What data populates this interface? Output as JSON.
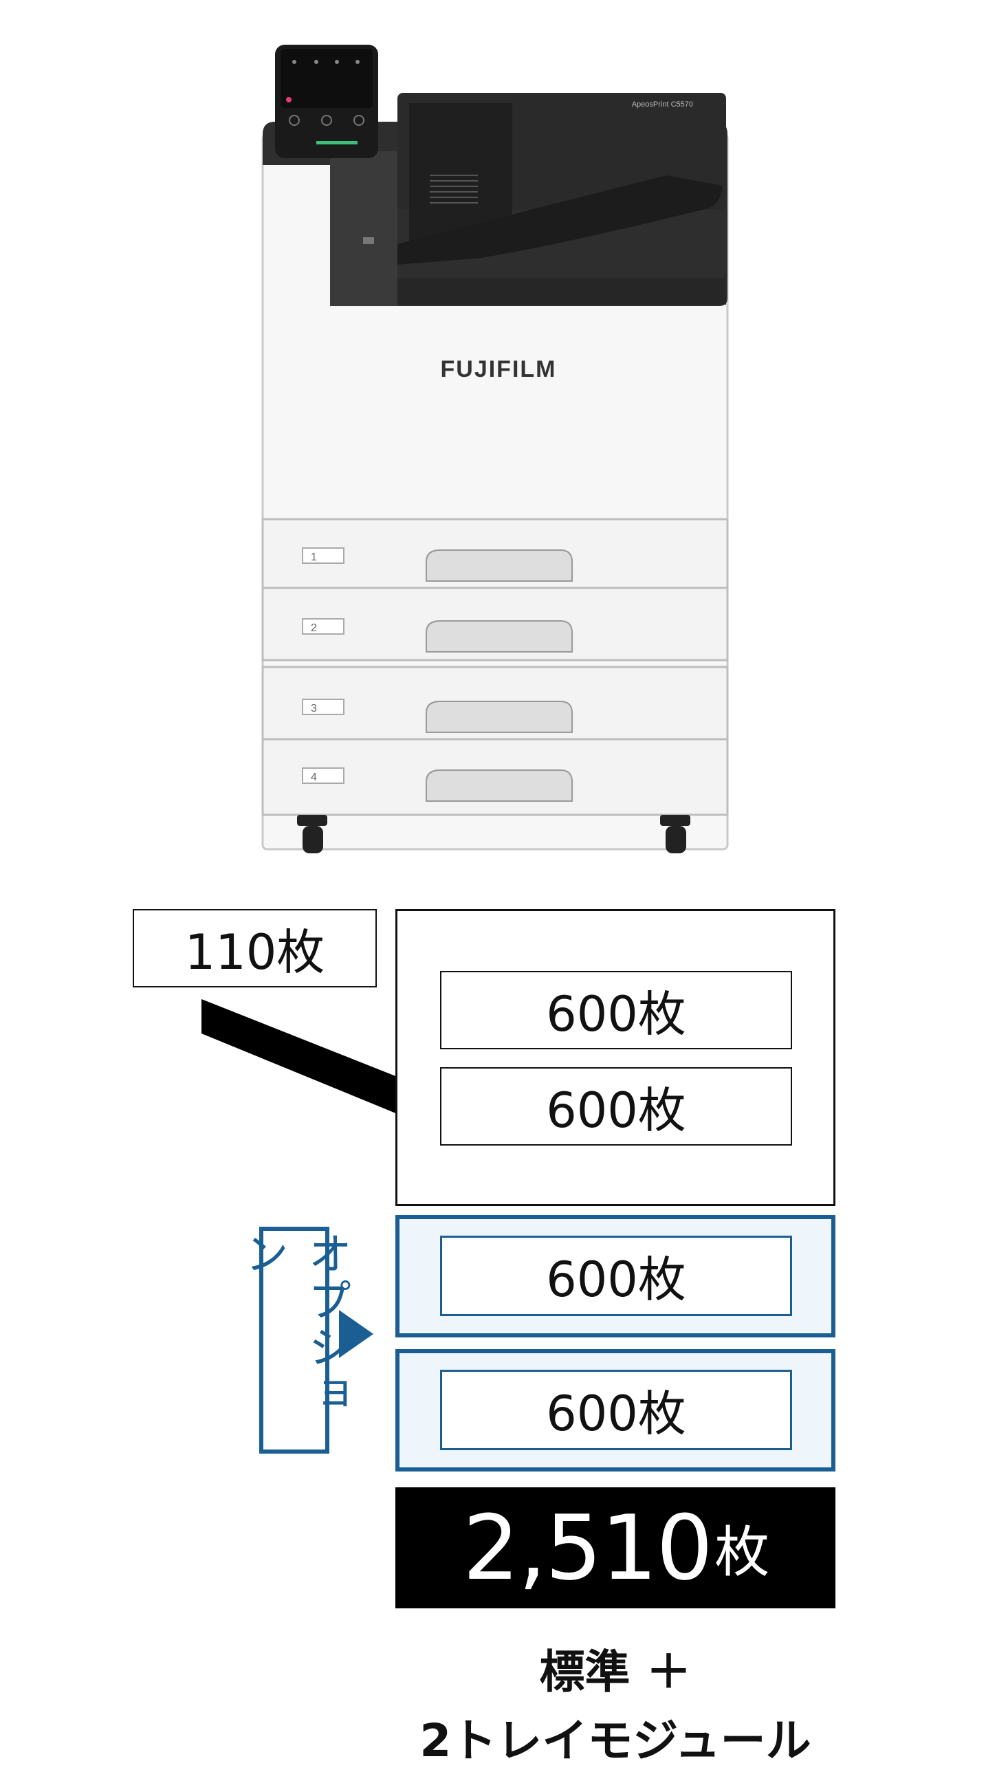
{
  "printer": {
    "brand": "FUJIFILM",
    "model": "ApeosPrint C5570",
    "tray_numbers": [
      "1",
      "2",
      "3",
      "4"
    ]
  },
  "capacity": {
    "manual_feed": "110枚",
    "standard_trays": [
      "600枚",
      "600枚"
    ],
    "option_label": "オプション",
    "option_trays": [
      "600枚",
      "600枚"
    ],
    "total_value": "2,510",
    "total_unit": "枚"
  },
  "caption": {
    "line1": "標準 ＋",
    "line2": "2トレイモジュール"
  },
  "colors": {
    "option_blue": "#1a5e94",
    "option_fill": "#eef6fc",
    "total_bg": "#000000"
  }
}
